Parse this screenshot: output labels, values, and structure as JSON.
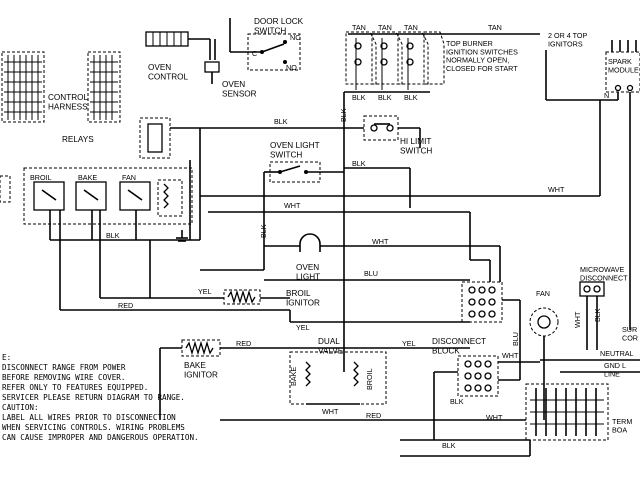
{
  "components": {
    "door_lock_switch": "DOOR LOCK\nSWITCH",
    "nc": "NC",
    "no": "NO",
    "c": "C",
    "oven_control": "OVEN\nCONTROL",
    "oven_sensor": "OVEN\nSENSOR",
    "control_harness": "CONTROL\nHARNESS",
    "relays": "RELAYS",
    "broil": "BROIL",
    "bake": "BAKE",
    "fan": "FAN",
    "oven_light_switch": "OVEN LIGHT\nSWITCH",
    "hi_limit_switch": "HI LIMIT\nSWITCH",
    "oven_light": "OVEN\nLIGHT",
    "broil_ignitor": "BROIL\nIGNITOR",
    "bake_ignitor": "BAKE\nIGNITOR",
    "dual_valve": "DUAL\nVALVE",
    "bake_valve": "BAKE",
    "broil_valve": "BROIL",
    "disconnect_block": "DISCONNECT\nBLOCK",
    "microwave_disconnect": "MICROWAVE\nDISCONNECT",
    "top_burner_note": "TOP BURNER\nIGNITION SWITCHES\nNORMALLY OPEN,\nCLOSED FOR START",
    "top_ignitors": "2 OR 4 TOP\nIGNITORS",
    "spark_module": "SPARK\nMODULE",
    "surface_cord": "SUR\nCOR",
    "neutral": "NEUTRAL",
    "gnd_line": "GND L\nLINE",
    "terminal_board": "TERM\nBOA",
    "fan_motor": "FAN"
  },
  "wires": {
    "tan": "TAN",
    "blk": "BLK",
    "wht": "WHT",
    "yel": "YEL",
    "red": "RED",
    "blu": "BLU",
    "n": "N"
  },
  "notes": [
    "E:",
    "DISCONNECT RANGE FROM POWER",
    "BEFORE REMOVING WIRE COVER.",
    "REFER ONLY TO FEATURES EQUIPPED.",
    "SERVICER PLEASE RETURN DIAGRAM TO RANGE.",
    "CAUTION:",
    "LABEL ALL WIRES PRIOR TO DISCONNECTION",
    "WHEN SERVICING CONTROLS. WIRING PROBLEMS",
    "CAN CAUSE IMPROPER AND DANGEROUS OPERATION."
  ]
}
